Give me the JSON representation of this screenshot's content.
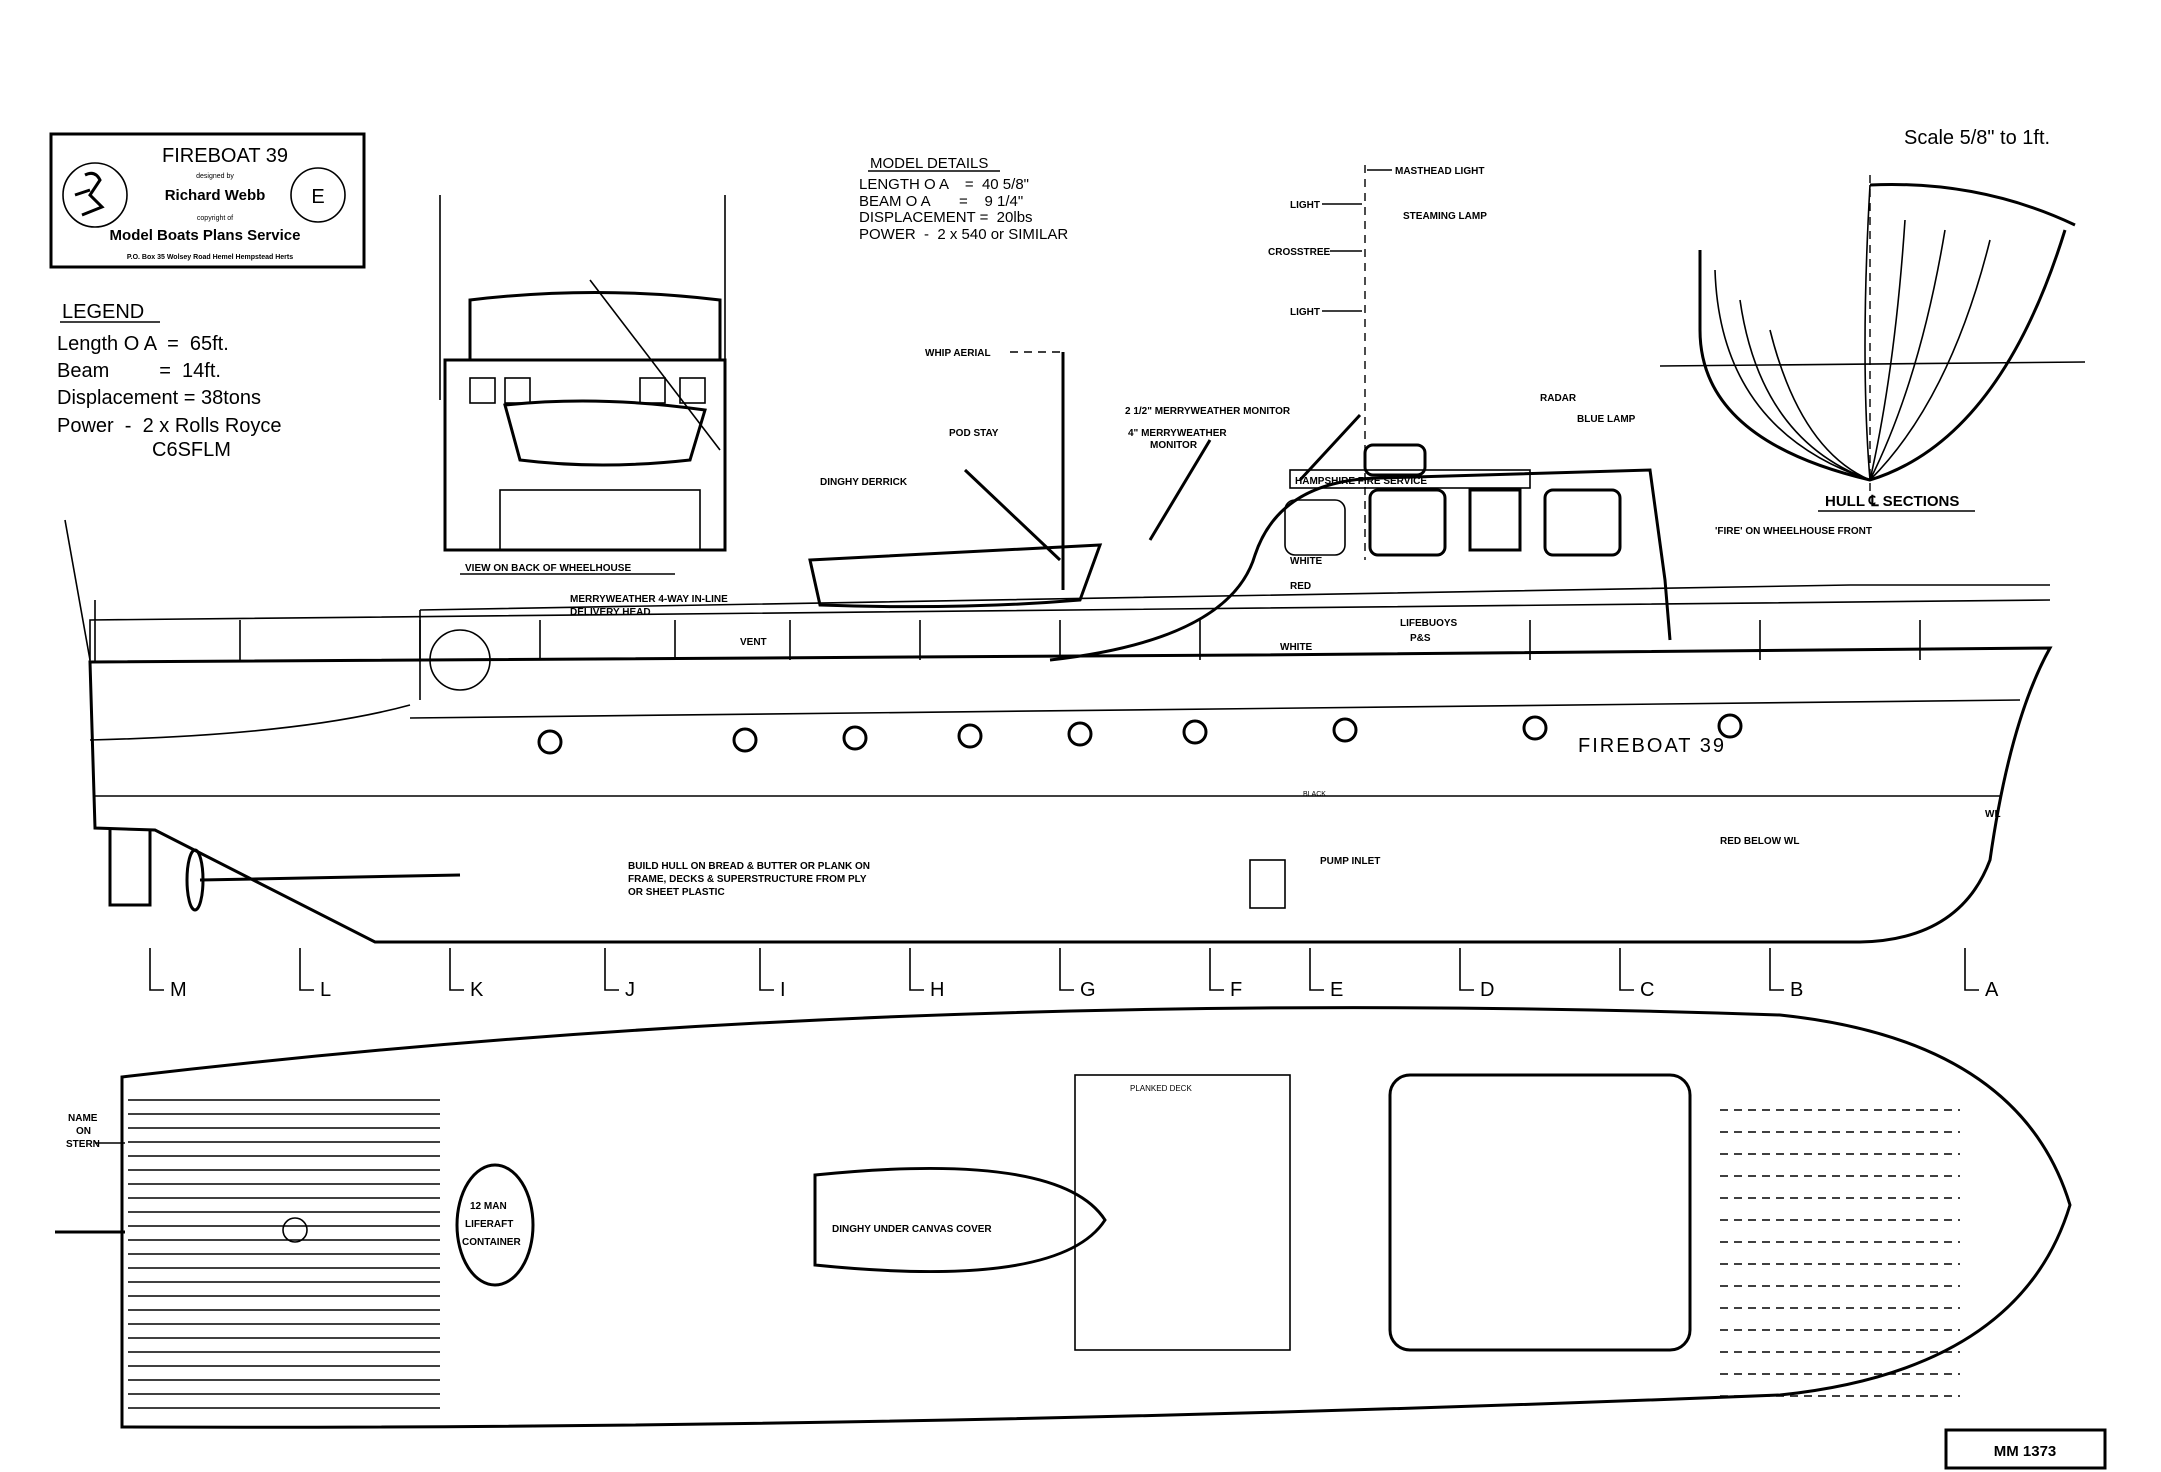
{
  "title_block": {
    "title": "FIREBOAT 39",
    "designed_by_label": "designed by",
    "designer": "Richard Webb",
    "copyright_label": "copyright of",
    "publisher": "Model Boats Plans Service",
    "address": "P.O. Box 35 Wolsey Road Hemel Hempstead Herts",
    "grade": "E"
  },
  "legend": {
    "heading": "LEGEND",
    "lines": [
      "Length O A  =  65ft.",
      "Beam         =  14ft.",
      "Displacement = 38tons",
      "Power  -  2 x Rolls Royce",
      "C6SFLM"
    ]
  },
  "model_details": {
    "heading": "MODEL DETAILS",
    "lines": [
      "LENGTH O A    =  40 5/8\"",
      "BEAM O A       =    9 1/4\"",
      "DISPLACEMENT =  20lbs",
      "POWER  -  2 x 540 or SIMILAR"
    ]
  },
  "scale": "Scale  5/8\" to 1ft.",
  "labels": {
    "masthead_light": "MASTHEAD LIGHT",
    "light_upper": "LIGHT",
    "steaming_lamp": "STEAMING LAMP",
    "crosstree": "CROSSTREE",
    "light_lower": "LIGHT",
    "whip_aerial": "WHIP AERIAL",
    "pod_stay": "POD STAY",
    "dinghy_derrick": "DINGHY DERRICK",
    "monitor_small": "2 1/2\" MERRYWEATHER MONITOR",
    "monitor_large_1": "4\" MERRYWEATHER",
    "monitor_large_2": "MONITOR",
    "radar": "RADAR",
    "blue_lamp": "BLUE LAMP",
    "wheelhouse_sign": "HAMPSHIRE FIRE SERVICE",
    "hull_sections": "HULL  ℄  SECTIONS",
    "fire_on_front": "'FIRE' ON WHEELHOUSE FRONT",
    "back_view": "VIEW ON BACK OF WHEELHOUSE",
    "delivery_head_1": "MERRYWEATHER 4-WAY IN-LINE",
    "delivery_head_2": "DELIVERY HEAD",
    "vent": "VENT",
    "white_1": "WHITE",
    "red": "RED",
    "white_2": "WHITE",
    "lifebuoys": "LIFEBUOYS",
    "lifebuoys_ps": "P&S",
    "hull_name": "FIREBOAT 39",
    "black": "BLACK",
    "wl": "WL",
    "red_below_wl": "RED BELOW WL",
    "build_note_1": "BUILD HULL ON BREAD & BUTTER OR PLANK ON",
    "build_note_2": "FRAME, DECKS & SUPERSTRUCTURE FROM PLY",
    "build_note_3": "OR SHEET PLASTIC",
    "pump_inlet": "PUMP INLET",
    "planked_deck": "PLANKED DECK",
    "name_on_stern_1": "NAME",
    "name_on_stern_2": "ON",
    "name_on_stern_3": "STERN",
    "liferaft_1": "12 MAN",
    "liferaft_2": "LIFERAFT",
    "liferaft_3": "CONTAINER",
    "dinghy_cover": "DINGHY UNDER CANVAS COVER"
  },
  "stations": [
    "M",
    "L",
    "K",
    "J",
    "I",
    "H",
    "G",
    "F",
    "E",
    "D",
    "C",
    "B",
    "A"
  ],
  "plan_number": "MM 1373"
}
